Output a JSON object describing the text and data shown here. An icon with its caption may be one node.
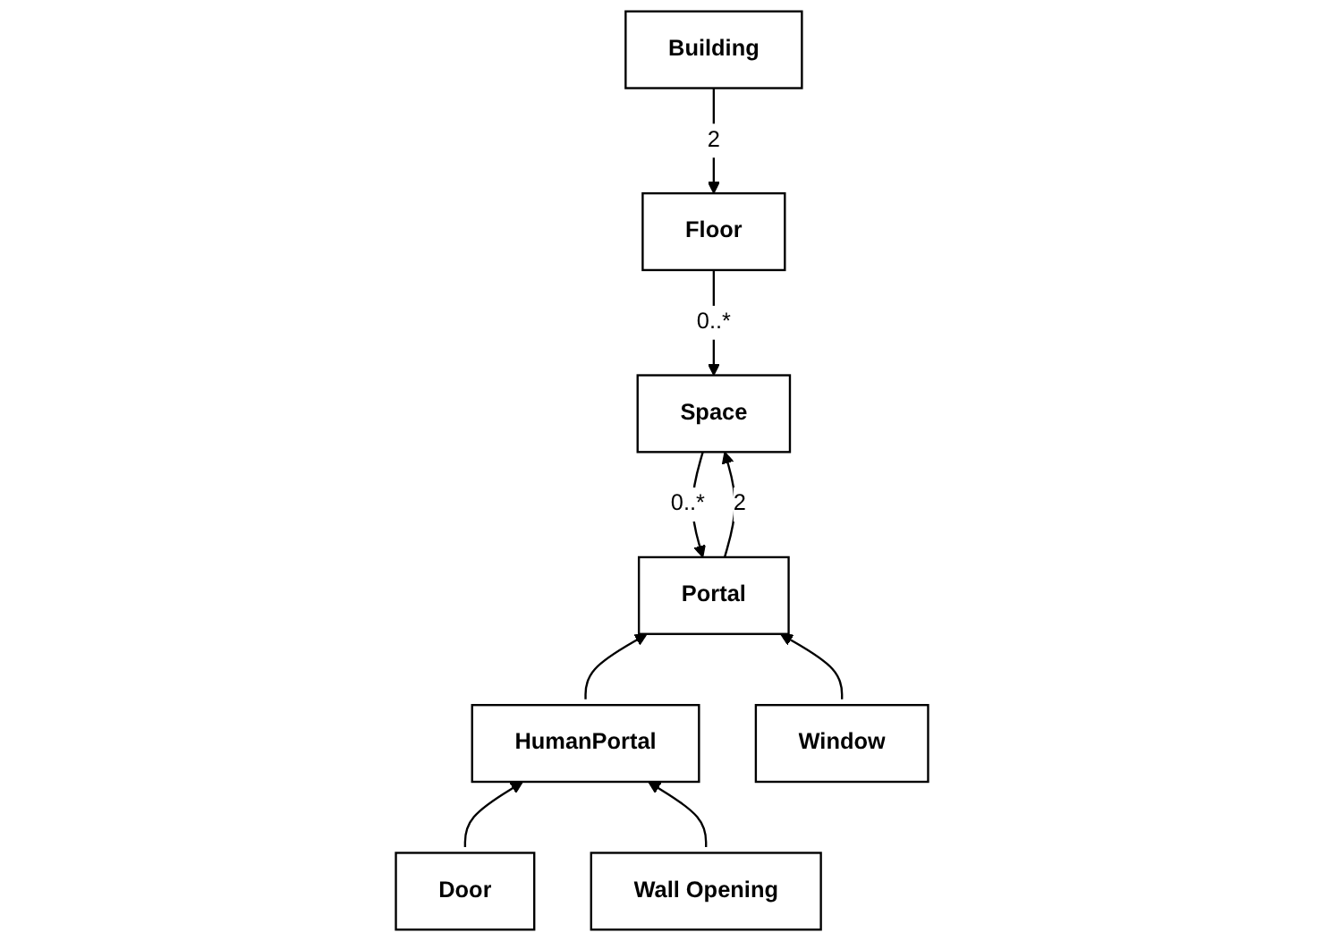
{
  "diagram": {
    "nodes": [
      {
        "text": [
          "Building"
        ]
      },
      {
        "text": [
          "Floor"
        ]
      },
      {
        "text": [
          "Space"
        ]
      },
      {
        "text": [
          "Portal"
        ]
      },
      {
        "text": [
          "HumanPortal"
        ]
      },
      {
        "text": [
          "Window"
        ]
      },
      {
        "text": [
          "Door"
        ]
      },
      {
        "text": [
          "Wall Opening"
        ]
      }
    ],
    "edges": [
      {
        "from": 0,
        "to": 1,
        "arrow": "to",
        "label": "2"
      },
      {
        "from": 1,
        "to": 2,
        "arrow": "to",
        "label": "0..*"
      },
      {
        "from": 2,
        "to": 3,
        "arrow": "to",
        "label": "0..*"
      },
      {
        "from": 3,
        "to": 2,
        "arrow": "to",
        "label": "2"
      },
      {
        "from": 4,
        "to": 3,
        "arrow": "to"
      },
      {
        "from": 5,
        "to": 3,
        "arrow": "to"
      },
      {
        "from": 6,
        "to": 4,
        "arrow": "to"
      },
      {
        "from": 7,
        "to": 4,
        "arrow": "to"
      }
    ]
  }
}
